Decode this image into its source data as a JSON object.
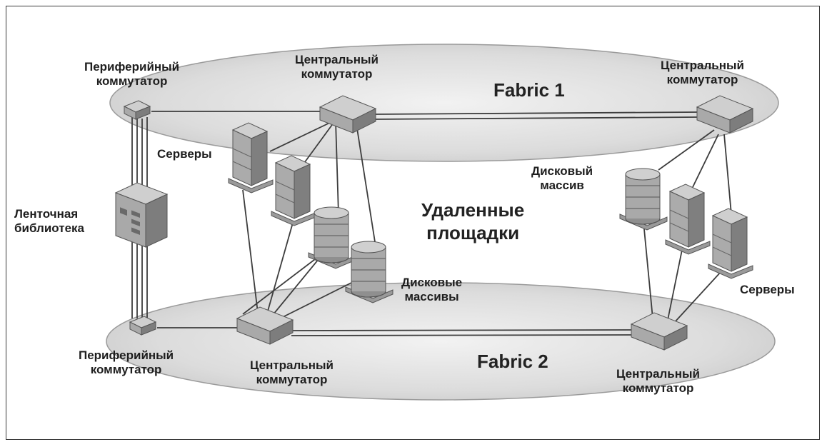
{
  "fabric1": {
    "title": "Fabric 1"
  },
  "fabric2": {
    "title": "Fabric 2"
  },
  "center": {
    "line1": "Удаленные",
    "line2": "площадки"
  },
  "top_edge_switch": {
    "line1": "Периферийный",
    "line2": "коммутатор"
  },
  "top_core_left": {
    "line1": "Центральный",
    "line2": "коммутатор"
  },
  "top_core_right": {
    "line1": "Центральный",
    "line2": "коммутатор"
  },
  "bottom_edge_switch": {
    "line1": "Периферийный",
    "line2": "коммутатор"
  },
  "bottom_core_left": {
    "line1": "Центральный",
    "line2": "коммутатор"
  },
  "bottom_core_right": {
    "line1": "Центральный",
    "line2": "коммутатор"
  },
  "servers_left": {
    "label": "Серверы"
  },
  "servers_right": {
    "label": "Серверы"
  },
  "tape_library": {
    "line1": "Ленточная",
    "line2": "библиотека"
  },
  "disk_array_right": {
    "line1": "Дисковый",
    "line2": "массив"
  },
  "disk_arrays_left": {
    "line1": "Дисковые",
    "line2": "массивы"
  },
  "colors": {
    "plane": "#d6d6d6",
    "device": "#a8a8a8",
    "line": "#3c3c3c"
  }
}
